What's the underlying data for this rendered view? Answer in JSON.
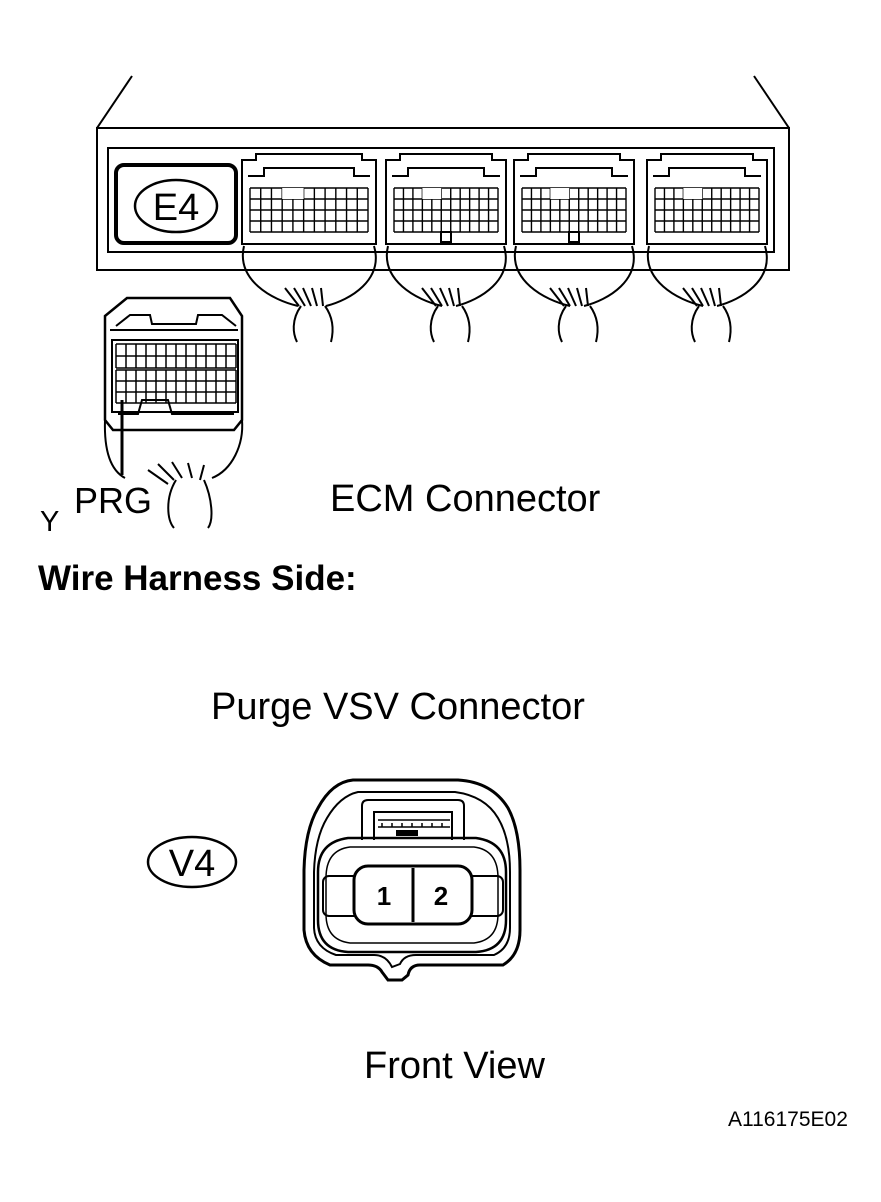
{
  "ecm": {
    "connector_code": "E4",
    "label": "ECM Connector",
    "terminal_name": "PRG",
    "wire_color": "Y"
  },
  "side_label": "Wire Harness Side:",
  "vsv": {
    "connector_code": "V4",
    "label": "Purge VSV Connector",
    "pins": [
      "1",
      "2"
    ],
    "view_label": "Front View"
  },
  "figure_code": "A116175E02"
}
